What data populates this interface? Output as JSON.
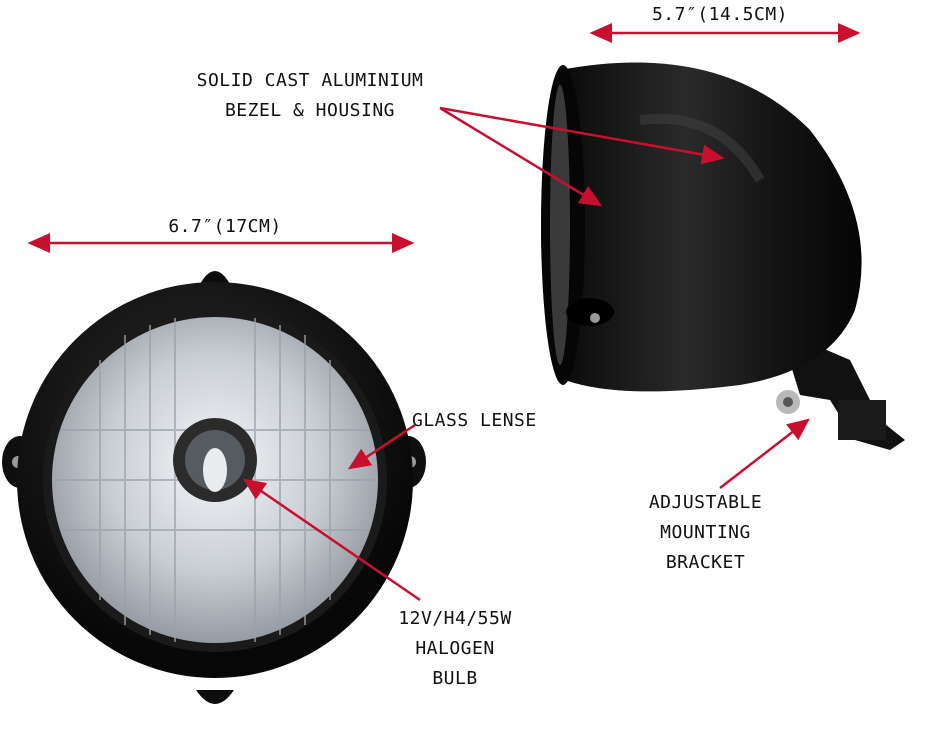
{
  "labels": {
    "front_width": "6.7″(17CM)",
    "side_width": "5.7″(14.5CM)",
    "housing": [
      "SOLID CAST ALUMINIUM",
      "BEZEL & HOUSING"
    ],
    "glass": "GLASS LENSE",
    "bulb": [
      "12V/H4/55W",
      "HALOGEN",
      "BULB"
    ],
    "bracket": [
      "ADJUSTABLE",
      "MOUNTING",
      "BRACKET"
    ]
  },
  "colors": {
    "arrow": "#c8102e",
    "housing": "#0e0e0e",
    "background": "#ffffff"
  }
}
